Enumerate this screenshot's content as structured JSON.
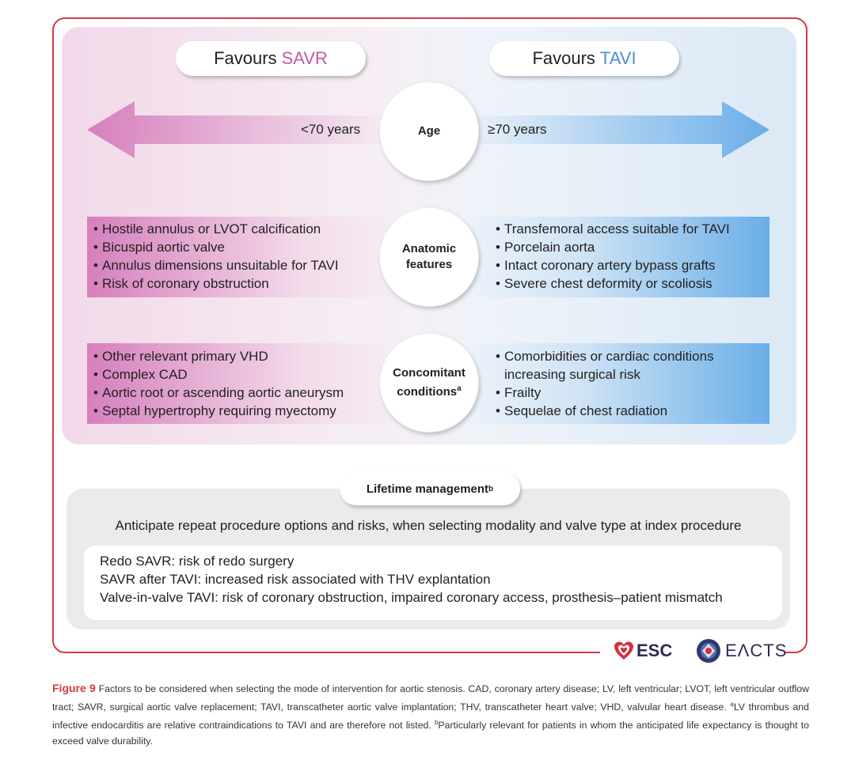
{
  "header": {
    "favours_prefix": "Favours",
    "savr": "SAVR",
    "tavi": "TAVI"
  },
  "age": {
    "label": "Age",
    "savr": "<70 years",
    "tavi": "≥70 years"
  },
  "anatomic": {
    "label_line1": "Anatomic",
    "label_line2": "features",
    "savr_items": [
      "Hostile annulus or LVOT calcification",
      "Bicuspid aortic valve",
      "Annulus dimensions unsuitable for TAVI",
      "Risk of coronary obstruction"
    ],
    "tavi_items": [
      "Transfemoral access suitable for TAVI",
      "Porcelain aorta",
      "Intact coronary artery bypass grafts",
      "Severe chest deformity or scoliosis"
    ]
  },
  "concomitant": {
    "label_line1": "Concomitant",
    "label_line2": "conditions",
    "label_sup": "a",
    "savr_items": [
      "Other relevant primary VHD",
      "Complex CAD",
      "Aortic root or ascending aortic aneurysm",
      "Septal hypertrophy requiring myectomy"
    ],
    "tavi_item1_line1": "Comorbidities or cardiac conditions",
    "tavi_item1_line2": "increasing surgical risk",
    "tavi_item2": "Frailty",
    "tavi_item3": "Sequelae of chest radiation"
  },
  "lifetime": {
    "title": "Lifetime management",
    "title_sup": "b",
    "anticipate": "Anticipate repeat procedure options and risks, when selecting modality and valve type at index procedure",
    "lines": [
      "Redo SAVR: risk of redo surgery",
      "SAVR after TAVI: increased risk associated with THV explantation",
      "Valve-in-valve TAVI: risk of coronary obstruction, impaired coronary access, prosthesis–patient mismatch"
    ]
  },
  "logos": {
    "esc": "ESC",
    "eacts": "EΛCTS"
  },
  "caption": {
    "figure_label": "Figure 9",
    "text": " Factors to be considered when selecting the mode of intervention for aortic stenosis. CAD, coronary artery disease; LV, left ventricular; LVOT, left ventricular outflow tract; SAVR, surgical aortic valve replacement; TAVI, transcatheter aortic valve implantation; THV, transcatheter heart valve; VHD, valvular heart disease. ",
    "note_a_sup": "a",
    "note_a": "LV thrombus and infective endocarditis are relative contraindications to TAVI and are therefore not listed. ",
    "note_b_sup": "b",
    "note_b": "Particularly relevant for patients in whom the anticipated life expectancy is thought to exceed valve durability."
  },
  "colors": {
    "savr_accent": "#c25aa4",
    "tavi_accent": "#4a8fd4",
    "frame": "#cf3b46",
    "figure_label": "#d03b3b"
  }
}
